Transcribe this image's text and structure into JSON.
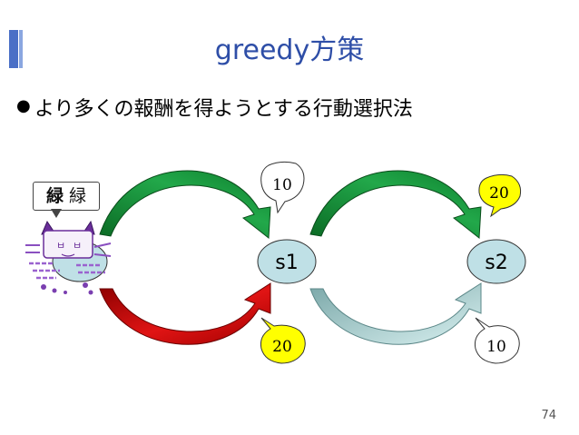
{
  "slide": {
    "title": "greedy方策",
    "bullet": "より多くの報酬を得ようとする行動選択法",
    "page_number": "74"
  },
  "badge": {
    "strong": "緑",
    "normal": "緑"
  },
  "diagram": {
    "states": [
      "s1",
      "s2"
    ],
    "rewards": {
      "s0_to_s1_upper": "10",
      "s0_to_s1_lower": "20",
      "s1_to_s2_upper": "20",
      "s1_to_s2_lower": "10"
    },
    "colors": {
      "state_fill": "#bfe0e6",
      "greedy_upper_arrow": "#1f9a3c",
      "greedy_lower_arrow": "#c41414",
      "alt_lower_arrow": "#9fc7c9",
      "highlight_bubble": "#ffff00",
      "plain_bubble": "#ffffff"
    }
  }
}
